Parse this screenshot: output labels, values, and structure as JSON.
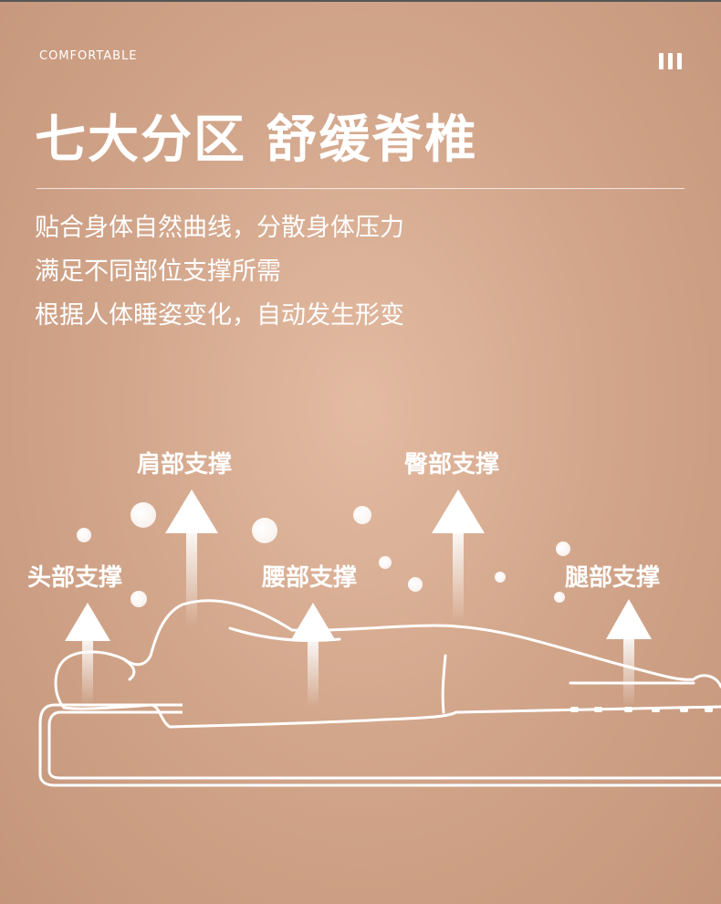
{
  "header": {
    "tag": "COMFORTABLE",
    "title": "七大分区  舒缓脊椎",
    "lines": [
      "贴合身体自然曲线，分散身体压力",
      "满足不同部位支撑所需",
      "根据人体睡姿变化，自动发生形变"
    ]
  },
  "zones": {
    "head": "头部支撑",
    "shoulder": "肩部支撑",
    "waist": "腰部支撑",
    "hip": "臀部支撑",
    "leg": "腿部支撑"
  },
  "icons": {
    "menu": "menu-bars-icon",
    "arrow": "up-arrow-icon"
  },
  "colors": {
    "background": "#d3a78c",
    "text": "#ffffff"
  }
}
